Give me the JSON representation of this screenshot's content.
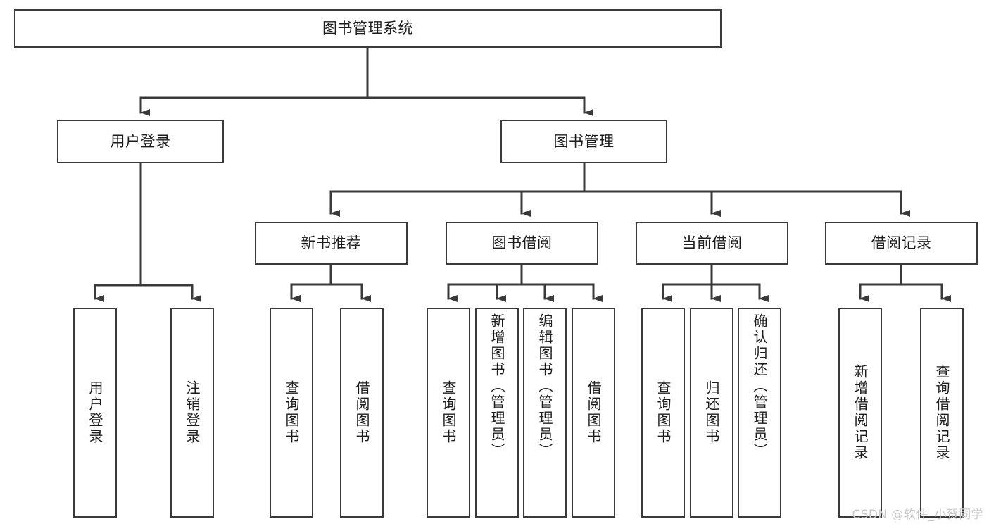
{
  "diagram": {
    "type": "tree-hierarchy",
    "title": "图书管理系统",
    "background_color": "#ffffff",
    "line_color": "#3a3a3a",
    "text_color": "#1c1c1c",
    "levels": {
      "root": {
        "label": "图书管理系统"
      },
      "level2": [
        {
          "id": "user-login",
          "label": "用户登录"
        },
        {
          "id": "book-management",
          "label": "图书管理"
        }
      ],
      "level3": [
        {
          "id": "new-book-recommend",
          "label": "新书推荐",
          "parent": "book-management"
        },
        {
          "id": "book-borrow",
          "label": "图书借阅",
          "parent": "book-management"
        },
        {
          "id": "current-borrow",
          "label": "当前借阅",
          "parent": "book-management"
        },
        {
          "id": "borrow-record",
          "label": "借阅记录",
          "parent": "book-management"
        }
      ],
      "leaves": [
        {
          "id": "leaf-user-login",
          "label": "用户登录",
          "parent": "user-login"
        },
        {
          "id": "leaf-user-logout",
          "label": "注销登录",
          "parent": "user-login"
        },
        {
          "id": "leaf-query-book-1",
          "label": "查询图书",
          "parent": "new-book-recommend"
        },
        {
          "id": "leaf-borrow-book-1",
          "label": "借阅图书",
          "parent": "new-book-recommend"
        },
        {
          "id": "leaf-query-book-2",
          "label": "查询图书",
          "parent": "book-borrow"
        },
        {
          "id": "leaf-add-book",
          "label": "新增图书（管理员）",
          "parent": "book-borrow"
        },
        {
          "id": "leaf-edit-book",
          "label": "编辑图书（管理员）",
          "parent": "book-borrow"
        },
        {
          "id": "leaf-borrow-book-2",
          "label": "借阅图书",
          "parent": "book-borrow"
        },
        {
          "id": "leaf-query-book-3",
          "label": "查询图书",
          "parent": "current-borrow"
        },
        {
          "id": "leaf-return-book",
          "label": "归还图书",
          "parent": "current-borrow"
        },
        {
          "id": "leaf-confirm-return",
          "label": "确认归还（管理员）",
          "parent": "current-borrow"
        },
        {
          "id": "leaf-add-record",
          "label": "新增借阅记录",
          "parent": "borrow-record"
        },
        {
          "id": "leaf-query-record",
          "label": "查询借阅记录",
          "parent": "borrow-record"
        }
      ]
    }
  },
  "watermark": {
    "text": "CSDN @软件_小贺同学"
  }
}
